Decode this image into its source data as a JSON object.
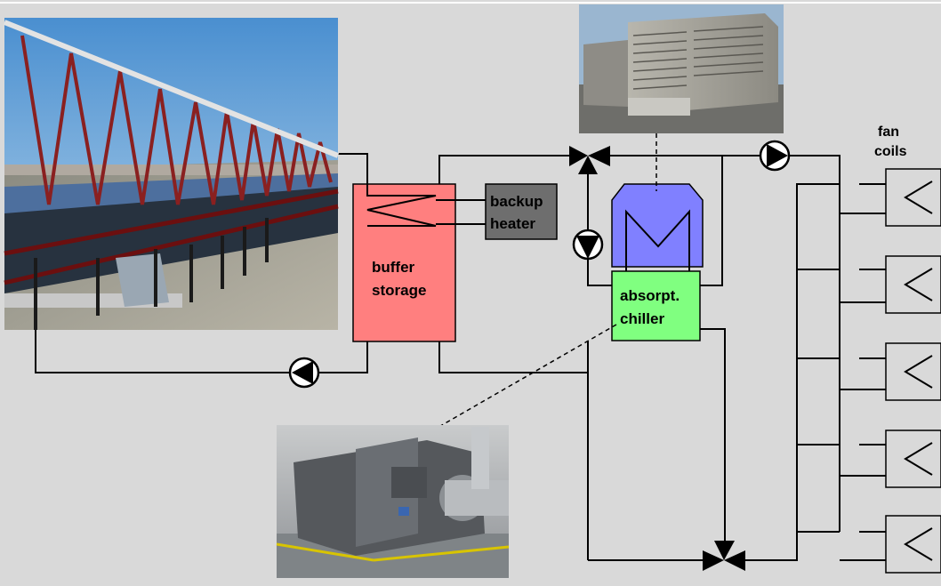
{
  "labels": {
    "buffer_line1": "buffer",
    "buffer_line2": "storage",
    "backup_line1": "backup",
    "backup_line2": "heater",
    "chiller_line1": "absorpt.",
    "chiller_line2": "chiller",
    "fan_line1": "fan",
    "fan_line2": "coils"
  },
  "colors": {
    "background": "#d9d9d9",
    "buffer_storage": "#ff7f7f",
    "backup_heater": "#6e6e6e",
    "absorption_chiller": "#80ff80",
    "cooling_tower": "#8080ff",
    "pipe": "#000000",
    "coil_box": "#d9d9d9"
  },
  "components": {
    "photos": [
      "solar-collector-photo",
      "cooling-tower-photo",
      "absorption-chiller-photo"
    ],
    "pumps": [
      "collector-pump",
      "chiller-pump",
      "distribution-pump"
    ],
    "valves": [
      "top-three-way-valve",
      "bottom-three-way-valve"
    ],
    "fan_coil_count": 5
  }
}
